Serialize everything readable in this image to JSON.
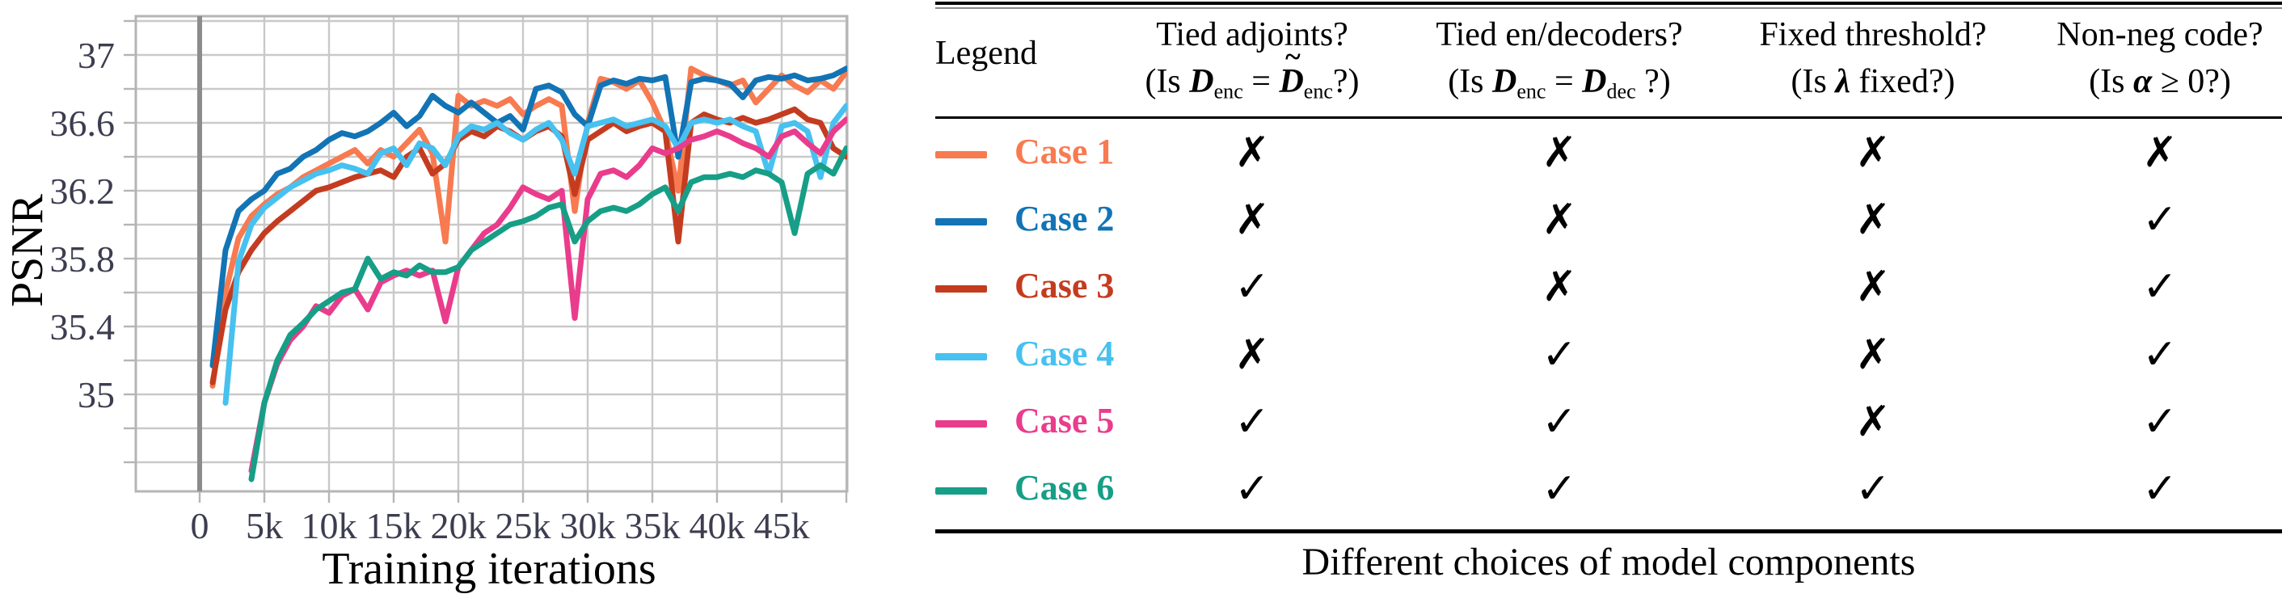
{
  "chart_data": {
    "type": "line",
    "title": "",
    "xlabel": "Training iterations",
    "ylabel": "PSNR",
    "x_units": "thousands of iterations",
    "x": [
      1,
      2,
      3,
      4,
      5,
      6,
      7,
      8,
      9,
      10,
      11,
      12,
      13,
      14,
      15,
      16,
      17,
      18,
      19,
      20,
      21,
      22,
      23,
      24,
      25,
      26,
      27,
      28,
      29,
      30,
      31,
      32,
      33,
      34,
      35,
      36,
      37,
      38,
      39,
      40,
      41,
      42,
      43,
      44,
      45,
      46,
      47,
      48,
      49,
      50
    ],
    "xtick_values": [
      0,
      5,
      10,
      15,
      20,
      25,
      30,
      35,
      40,
      45
    ],
    "xtick_labels": [
      "0",
      "5k",
      "10k",
      "15k",
      "20k",
      "25k",
      "30k",
      "35k",
      "40k",
      "45k"
    ],
    "ytick_values": [
      37,
      36.6,
      36.2,
      35.8,
      35.4,
      35
    ],
    "ytick_labels": [
      "37",
      "36.6",
      "36.2",
      "35.8",
      "35.4",
      "35"
    ],
    "ylim": [
      34.43,
      37.23
    ],
    "xlim_k": [
      -5,
      50.1
    ],
    "grid": true,
    "zero_reference_line_x": 0,
    "legend_position": "table-right",
    "series": [
      {
        "name": "Case 1",
        "color": "#F87A50",
        "values": [
          35.05,
          35.6,
          35.92,
          36.05,
          36.12,
          36.18,
          36.22,
          36.28,
          36.32,
          36.36,
          36.4,
          36.44,
          36.36,
          36.44,
          36.4,
          36.48,
          36.56,
          36.42,
          35.9,
          36.76,
          36.7,
          36.73,
          36.7,
          36.74,
          36.65,
          36.7,
          36.74,
          36.7,
          36.08,
          36.6,
          36.86,
          36.84,
          36.8,
          36.85,
          36.72,
          36.55,
          36.2,
          36.92,
          36.88,
          36.85,
          36.82,
          36.85,
          36.72,
          36.8,
          36.88,
          36.82,
          36.78,
          36.85,
          36.8,
          36.9
        ]
      },
      {
        "name": "Case 2",
        "color": "#1274B5",
        "values": [
          35.17,
          35.85,
          36.08,
          36.15,
          36.2,
          36.3,
          36.33,
          36.4,
          36.44,
          36.5,
          36.54,
          36.52,
          36.55,
          36.6,
          36.66,
          36.58,
          36.64,
          36.76,
          36.7,
          36.66,
          36.72,
          36.66,
          36.6,
          36.64,
          36.56,
          36.8,
          36.82,
          36.78,
          36.65,
          36.58,
          36.82,
          36.85,
          36.83,
          36.86,
          36.85,
          36.87,
          36.4,
          36.84,
          36.86,
          36.85,
          36.83,
          36.75,
          36.85,
          36.87,
          36.86,
          36.88,
          36.85,
          36.86,
          36.88,
          36.92
        ]
      },
      {
        "name": "Case 3",
        "color": "#C43C20",
        "values": [
          35.07,
          35.5,
          35.72,
          35.85,
          35.95,
          36.02,
          36.08,
          36.14,
          36.2,
          36.22,
          36.25,
          36.28,
          36.3,
          36.32,
          36.28,
          36.4,
          36.45,
          36.3,
          36.36,
          36.5,
          36.55,
          36.52,
          36.58,
          36.55,
          36.5,
          36.55,
          36.58,
          36.52,
          36.18,
          36.5,
          36.55,
          36.6,
          36.55,
          36.58,
          36.6,
          36.55,
          35.9,
          36.6,
          36.65,
          36.62,
          36.6,
          36.63,
          36.6,
          36.62,
          36.65,
          36.68,
          36.62,
          36.6,
          36.45,
          36.4
        ]
      },
      {
        "name": "Case 4",
        "color": "#47C1EF",
        "values": [
          null,
          34.95,
          35.78,
          36.0,
          36.1,
          36.16,
          36.22,
          36.26,
          36.3,
          36.32,
          36.35,
          36.33,
          36.3,
          36.42,
          36.45,
          36.35,
          36.48,
          36.45,
          36.35,
          36.52,
          36.58,
          36.56,
          36.6,
          36.54,
          36.5,
          36.56,
          36.6,
          36.5,
          36.3,
          36.58,
          36.6,
          36.62,
          36.58,
          36.6,
          36.62,
          36.58,
          36.45,
          36.6,
          36.62,
          36.6,
          36.62,
          36.58,
          36.55,
          36.3,
          36.58,
          36.6,
          36.55,
          36.28,
          36.6,
          36.7
        ]
      },
      {
        "name": "Case 5",
        "color": "#EA3C8C",
        "values": [
          null,
          null,
          null,
          34.55,
          34.95,
          35.18,
          35.32,
          35.4,
          35.52,
          35.48,
          35.58,
          35.62,
          35.5,
          35.66,
          35.7,
          35.73,
          35.7,
          35.73,
          35.43,
          35.75,
          35.85,
          35.95,
          36.0,
          36.1,
          36.22,
          36.18,
          36.15,
          36.2,
          35.45,
          36.15,
          36.3,
          36.32,
          36.28,
          36.35,
          36.45,
          36.42,
          36.45,
          36.5,
          36.52,
          36.55,
          36.52,
          36.48,
          36.45,
          36.4,
          36.52,
          36.55,
          36.48,
          36.42,
          36.55,
          36.62
        ]
      },
      {
        "name": "Case 6",
        "color": "#179E87",
        "values": [
          null,
          null,
          null,
          34.5,
          34.95,
          35.2,
          35.35,
          35.42,
          35.5,
          35.55,
          35.6,
          35.62,
          35.8,
          35.68,
          35.72,
          35.7,
          35.76,
          35.72,
          35.72,
          35.75,
          35.85,
          35.9,
          35.95,
          36.0,
          36.02,
          36.05,
          36.1,
          36.12,
          35.9,
          36.02,
          36.08,
          36.1,
          36.08,
          36.12,
          36.18,
          36.22,
          36.08,
          36.25,
          36.28,
          36.28,
          36.3,
          36.28,
          36.32,
          36.3,
          36.25,
          35.95,
          36.3,
          36.35,
          36.3,
          36.45
        ]
      }
    ]
  },
  "table": {
    "legend_header": "Legend",
    "columns": [
      {
        "title": "Tied adjoints?",
        "subtitle_tokens": [
          {
            "t": "(Is ",
            "s": "n"
          },
          {
            "t": "D",
            "s": "bi"
          },
          {
            "t": "enc",
            "s": "sub"
          },
          {
            "t": " = ",
            "s": "n"
          },
          {
            "t": "D",
            "s": "bit"
          },
          {
            "t": "enc",
            "s": "sub"
          },
          {
            "t": "?)",
            "s": "n"
          }
        ]
      },
      {
        "title": "Tied en/decoders?",
        "subtitle_tokens": [
          {
            "t": "(Is ",
            "s": "n"
          },
          {
            "t": "D",
            "s": "bi"
          },
          {
            "t": "enc",
            "s": "sub"
          },
          {
            "t": " = ",
            "s": "n"
          },
          {
            "t": "D",
            "s": "bi"
          },
          {
            "t": "dec",
            "s": "sub"
          },
          {
            "t": " ?)",
            "s": "n"
          }
        ]
      },
      {
        "title": "Fixed threshold?",
        "subtitle_tokens": [
          {
            "t": "(Is ",
            "s": "n"
          },
          {
            "t": "λ",
            "s": "bi"
          },
          {
            "t": " fixed?)",
            "s": "n"
          }
        ]
      },
      {
        "title": "Non-neg code?",
        "subtitle_tokens": [
          {
            "t": "(Is ",
            "s": "n"
          },
          {
            "t": "α",
            "s": "bi"
          },
          {
            "t": " ≥ 0?)",
            "s": "n"
          }
        ]
      }
    ],
    "rows": [
      {
        "label": "Case 1",
        "color": "#F87A50",
        "marks": [
          "x",
          "x",
          "x",
          "x"
        ]
      },
      {
        "label": "Case 2",
        "color": "#1274B5",
        "marks": [
          "x",
          "x",
          "x",
          "check"
        ]
      },
      {
        "label": "Case 3",
        "color": "#C43C20",
        "marks": [
          "check",
          "x",
          "x",
          "check"
        ]
      },
      {
        "label": "Case 4",
        "color": "#47C1EF",
        "marks": [
          "x",
          "check",
          "x",
          "check"
        ]
      },
      {
        "label": "Case 5",
        "color": "#EA3C8C",
        "marks": [
          "check",
          "check",
          "x",
          "check"
        ]
      },
      {
        "label": "Case 6",
        "color": "#179E87",
        "marks": [
          "check",
          "check",
          "check",
          "check"
        ]
      }
    ],
    "caption": "Different choices of model components"
  },
  "glyphs": {
    "check": "✓",
    "x": "✗"
  },
  "colors": {
    "grid": "#c9c9c9",
    "plot_border": "#b5b5b5",
    "zero_line": "#8c8c8c",
    "tick_text": "#3d3d50",
    "rule": "#000000"
  }
}
